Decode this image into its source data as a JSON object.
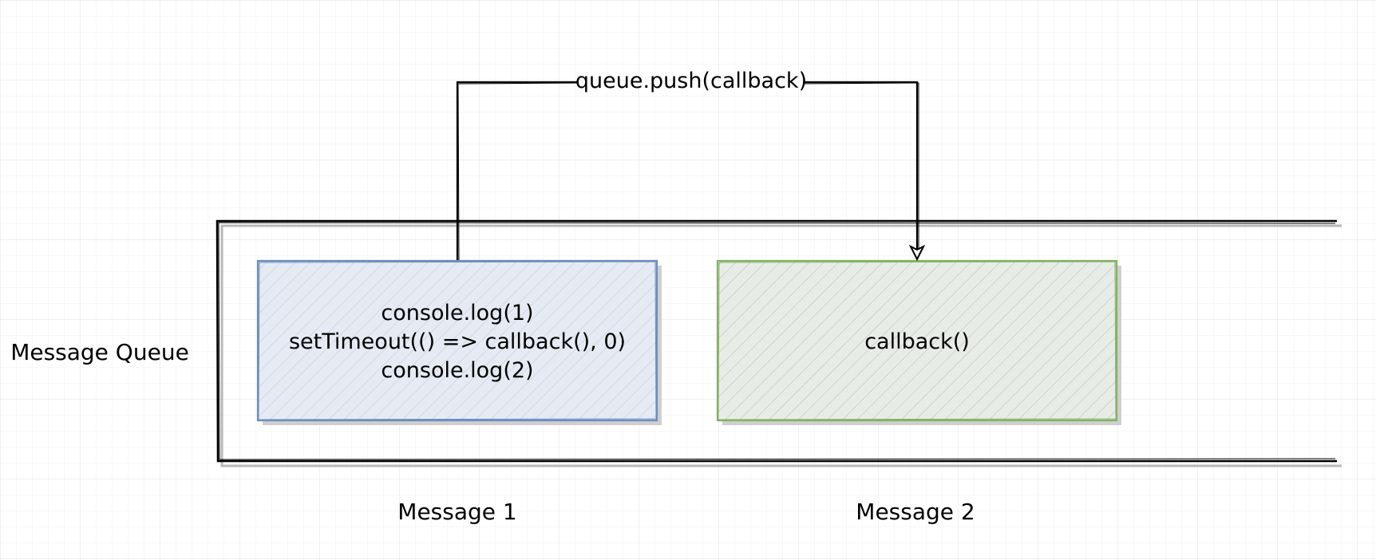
{
  "diagram": {
    "queue_label": "Message Queue",
    "edge_label": "queue.push(callback)",
    "messages": [
      {
        "caption": "Message 1",
        "lines": [
          "console.log(1)",
          "setTimeout(() => callback(), 0)",
          "console.log(2)"
        ],
        "stroke": "#6c8ebf",
        "hatch": "#c8d3e6",
        "fill": "#e6ebf3"
      },
      {
        "caption": "Message 2",
        "lines": [
          "callback()"
        ],
        "stroke": "#82b366",
        "hatch": "#c6cfc2",
        "fill": "#e8ece6"
      }
    ]
  },
  "colors": {
    "grid_minor": "#f0f0f0",
    "grid_major": "#e0e0e0",
    "ink": "#000000",
    "shadow": "#b8b8b8"
  }
}
